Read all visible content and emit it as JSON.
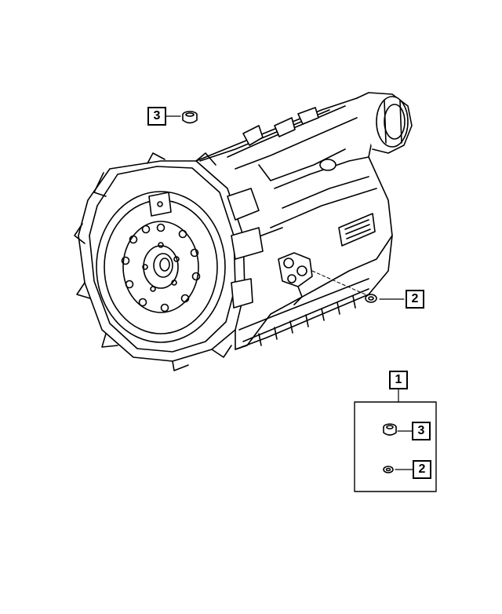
{
  "diagram": {
    "callouts": [
      {
        "id": "c3-top",
        "label": "3"
      },
      {
        "id": "c2-right",
        "label": "2"
      },
      {
        "id": "c1-kit",
        "label": "1"
      },
      {
        "id": "c3-kit",
        "label": "3"
      },
      {
        "id": "c2-kit",
        "label": "2"
      }
    ],
    "parts": {
      "transmission": "automatic-transmission-assembly",
      "plug": "fill-plug",
      "gasket": "plug-washer"
    },
    "colors": {
      "line": "#000000",
      "background": "#ffffff"
    }
  }
}
